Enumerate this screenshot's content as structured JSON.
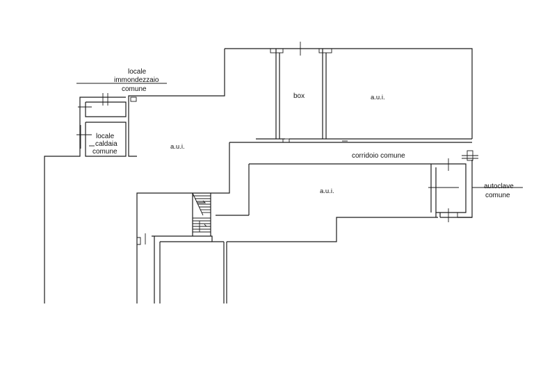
{
  "labels": {
    "immondezzaio": [
      "locale",
      "immondezzaio",
      "comune"
    ],
    "caldaia": [
      "locale",
      "caldaia",
      "comune"
    ],
    "box": "box",
    "aui_top": "a.u.i.",
    "aui_left": "a.u.i.",
    "aui_bottom": "a.u.i.",
    "corridoio": "corridoio comune",
    "autoclave": [
      "autoclave",
      "comune"
    ]
  }
}
